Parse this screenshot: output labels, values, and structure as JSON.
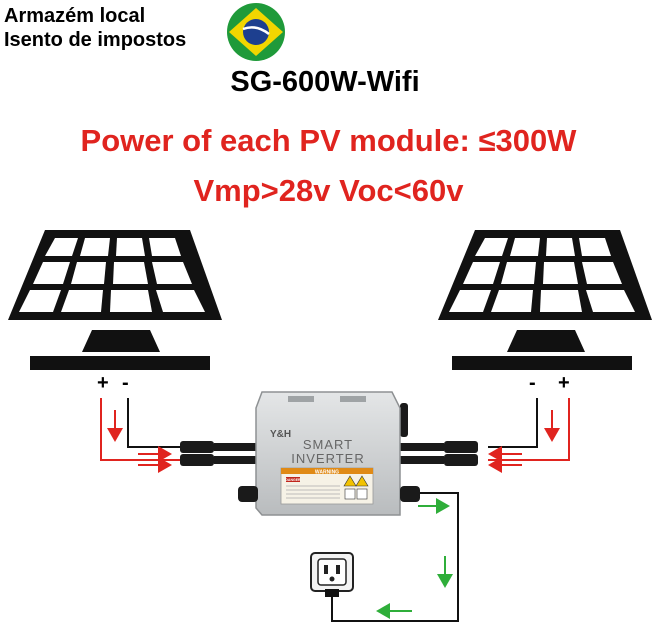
{
  "header": {
    "local_line1": "Armazém local",
    "local_line2": "Isento de impostos",
    "model": "SG-600W-Wifi"
  },
  "specs": {
    "power": "Power of each PV module: ≤300W",
    "voltage": "Vmp>28v Voc<60v"
  },
  "polarity": {
    "plus": "+",
    "minus": "-"
  },
  "inverter": {
    "brand": "Y&H",
    "line1": "SMART",
    "line2": "INVERTER",
    "warning": "WARNING",
    "danger": "DANGER"
  },
  "colors": {
    "red": "#e0241f",
    "green": "#2fae3a",
    "panel": "#111111",
    "inverter_body": "#c9cccd",
    "flag_green": "#1f9a3a",
    "flag_yellow": "#f2d600",
    "flag_blue": "#1d3f8f"
  },
  "icons": {
    "flag": "brazil-flag-icon",
    "panel": "solar-panel-icon",
    "socket": "wall-socket-icon",
    "antenna": "antenna-icon"
  }
}
